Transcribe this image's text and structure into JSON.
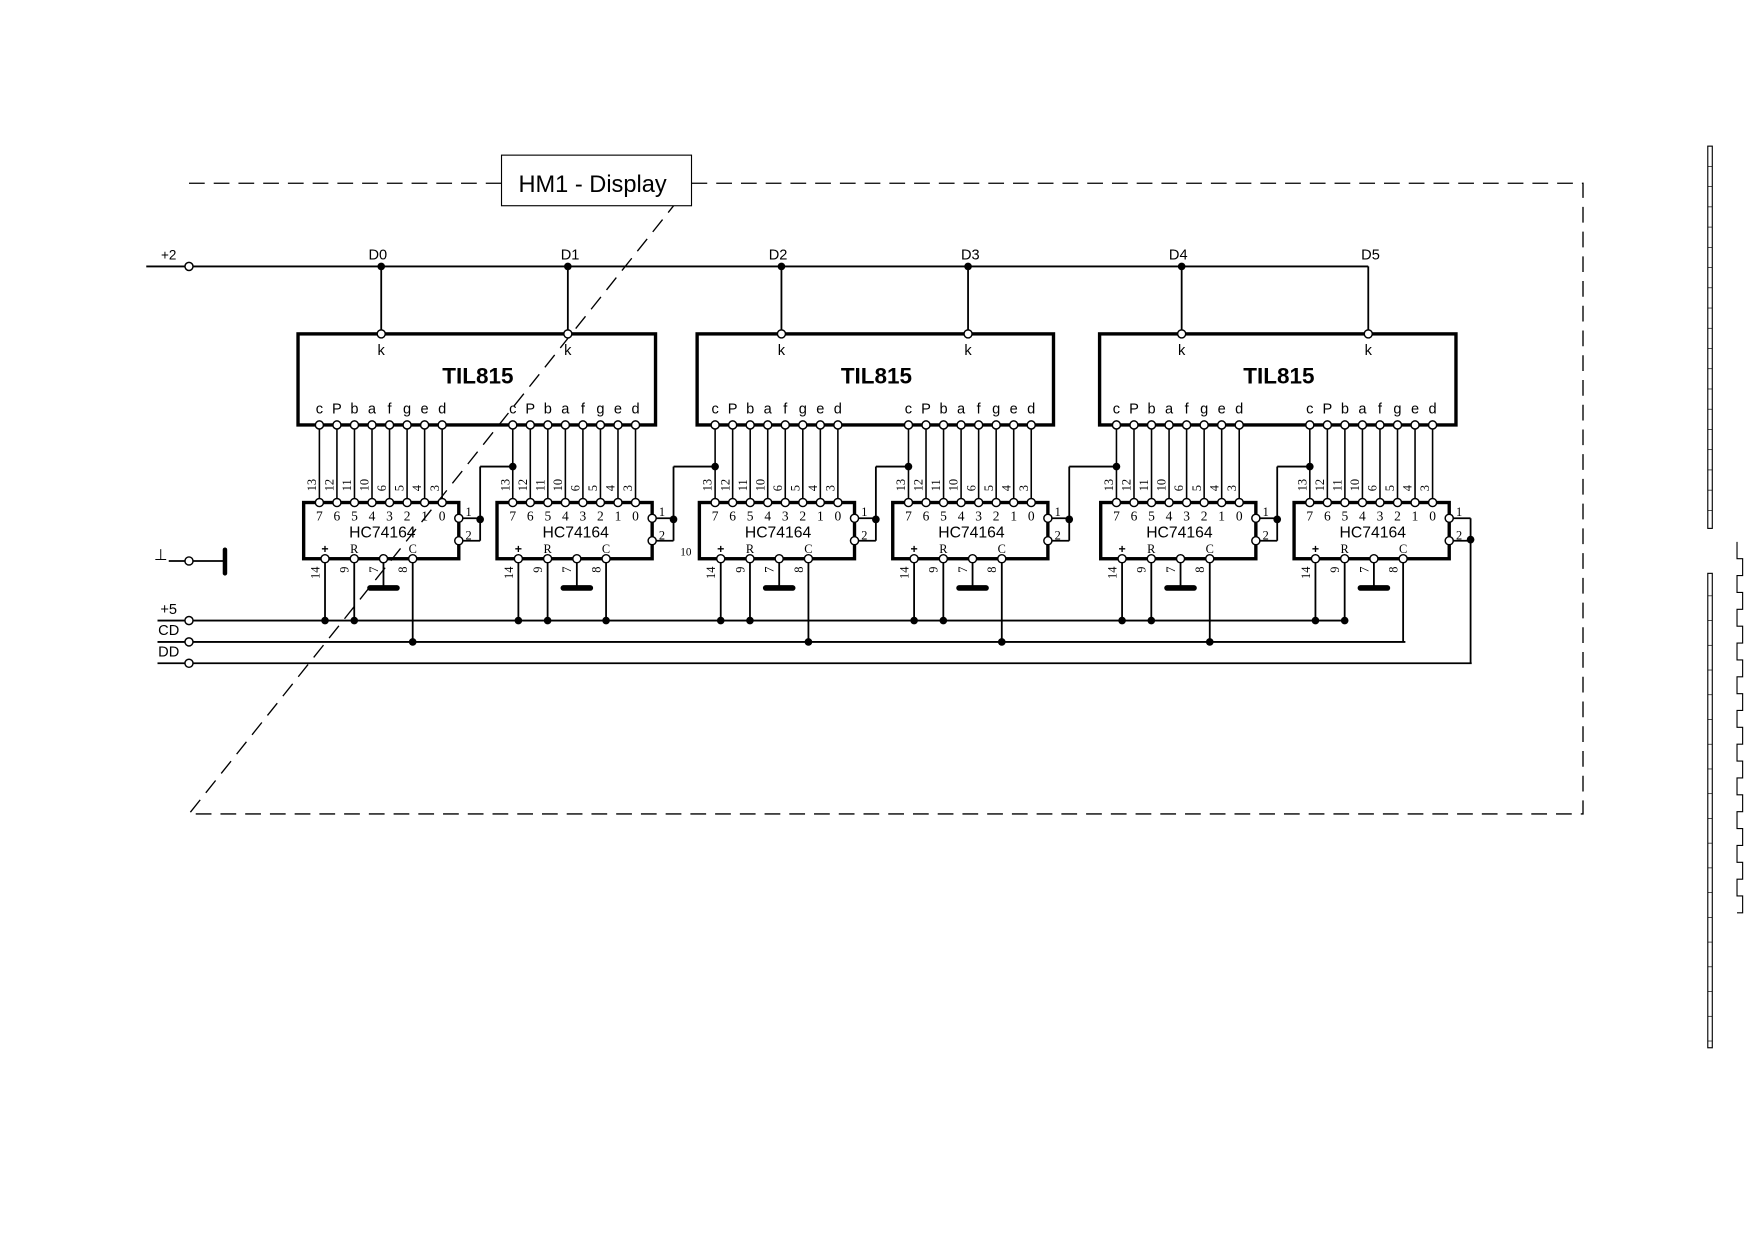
{
  "title": "HM1 - Display",
  "supply": {
    "label": "+2",
    "taps": [
      "D0",
      "D1",
      "D2",
      "D3",
      "D4",
      "D5"
    ]
  },
  "display": {
    "part": "TIL815",
    "cathode": "k",
    "segments": [
      "c",
      "P",
      "b",
      "a",
      "f",
      "g",
      "e",
      "d"
    ]
  },
  "register": {
    "part": "HC74164",
    "top_pins": [
      "13",
      "12",
      "11",
      "10",
      "6",
      "5",
      "4",
      "3"
    ],
    "outputs": [
      "7",
      "6",
      "5",
      "4",
      "3",
      "2",
      "1",
      "0"
    ],
    "bottom_labels": [
      "+",
      "R",
      "C"
    ],
    "bottom_pins": [
      "14",
      "9",
      "7",
      "8"
    ],
    "input_pins": [
      "1",
      "2"
    ]
  },
  "buses": [
    "+5",
    "CD",
    "DD"
  ],
  "ground": "⊥",
  "note": "10"
}
